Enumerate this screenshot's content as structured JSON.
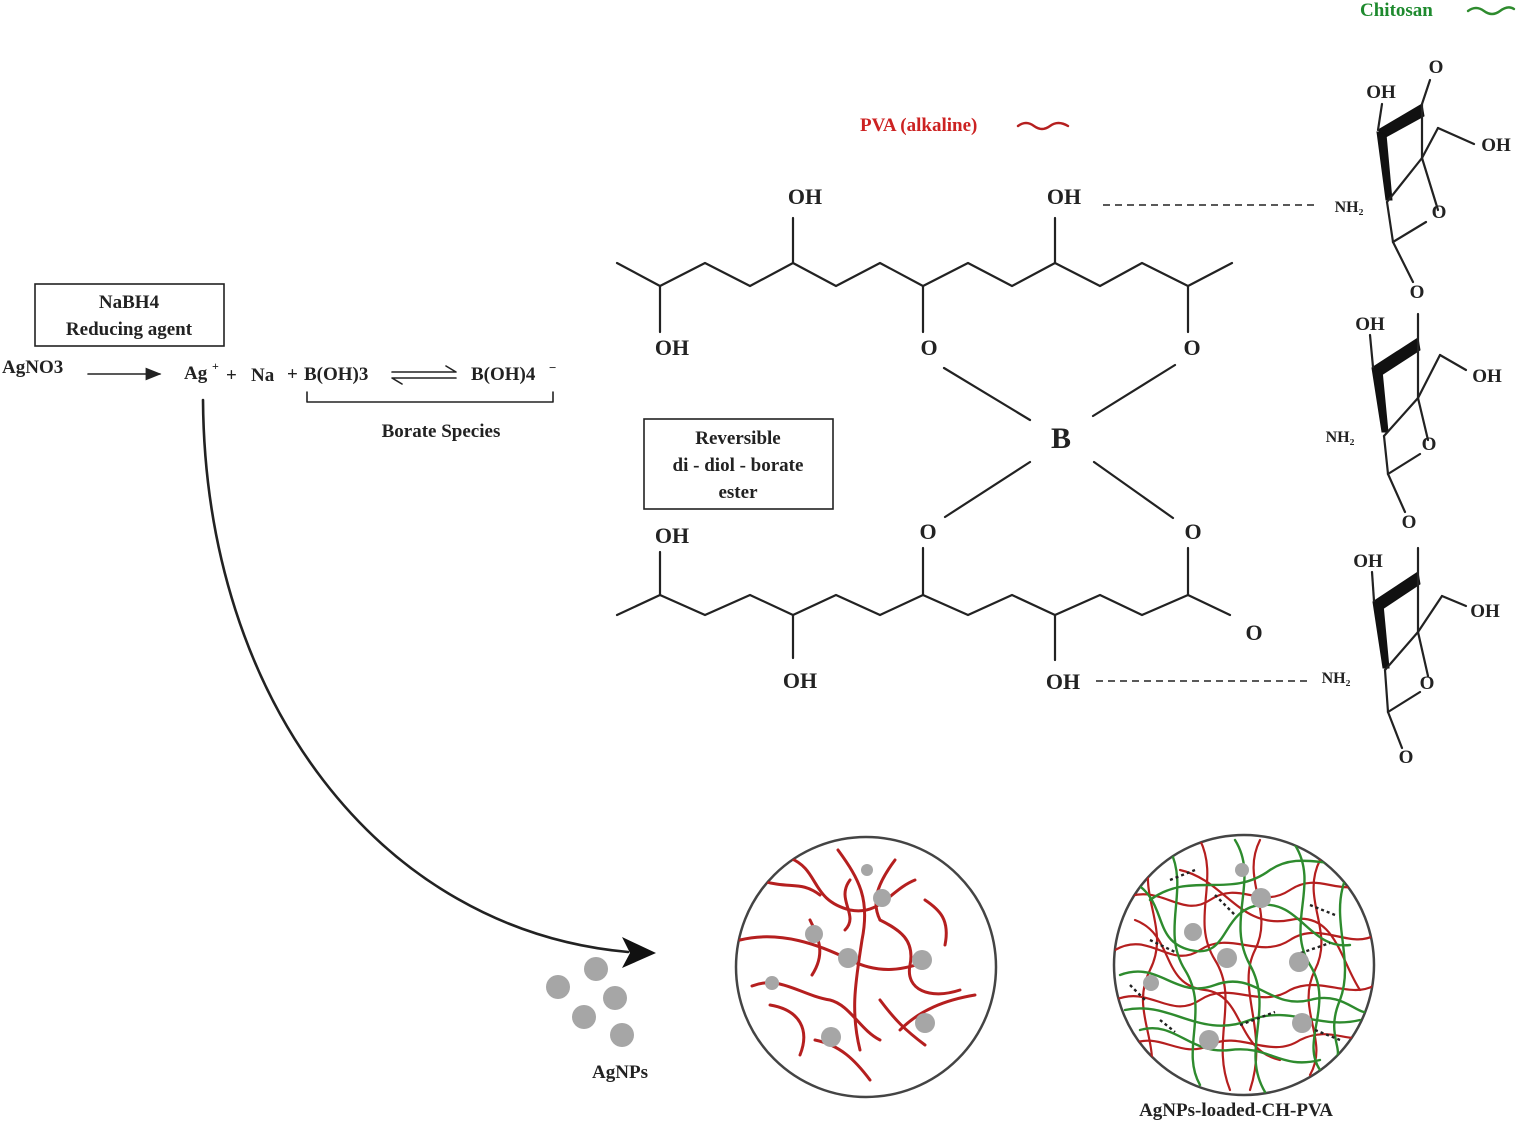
{
  "legend": {
    "chitosan": "Chitosan",
    "pva": "PVA (alkaline)",
    "chitosan_color": "#1e8a2e",
    "pva_color": "#cc2222"
  },
  "reaction": {
    "reducing_box_line1": "NaBH4",
    "reducing_box_line2": "Reducing agent",
    "reactant": "AgNO3",
    "ag_ion": "Ag",
    "ag_charge": "+",
    "plus1": "+",
    "na": "Na",
    "plus2": "+",
    "boric_acid": "B(OH)3",
    "borate": "B(OH)4",
    "borate_charge": "−",
    "borate_species": "Borate Species"
  },
  "ester_box": {
    "line1": "Reversible",
    "line2": "di - diol - borate",
    "line3": "ester"
  },
  "pva_chain": {
    "top_oh_1": "OH",
    "top_oh_2": "OH",
    "top_oh_left": "OH",
    "top_o_1": "O",
    "top_o_2": "O",
    "boron": "B",
    "bottom_o_1": "O",
    "bottom_o_2": "O",
    "bottom_oh_top": "OH",
    "bottom_oh_1": "OH",
    "bottom_oh_2": "OH",
    "bottom_o_end": "O"
  },
  "chitosan_units": [
    {
      "oh_top": "OH",
      "oh_side": "OH",
      "nh2": "NH₂",
      "ring_o": "O",
      "link_o": "O",
      "top_o": "O"
    },
    {
      "oh_top": "OH",
      "oh_side": "OH",
      "nh2": "NH₂",
      "ring_o": "O",
      "link_o": "O"
    },
    {
      "oh_top": "OH",
      "oh_side": "OH",
      "nh2": "NH₂",
      "ring_o": "O",
      "link_o": "O"
    }
  ],
  "products": {
    "agnps": "AgNPs",
    "composite": "AgNPs-loaded-CH-PVA",
    "nanoparticle_color": "#a6a6a6"
  }
}
